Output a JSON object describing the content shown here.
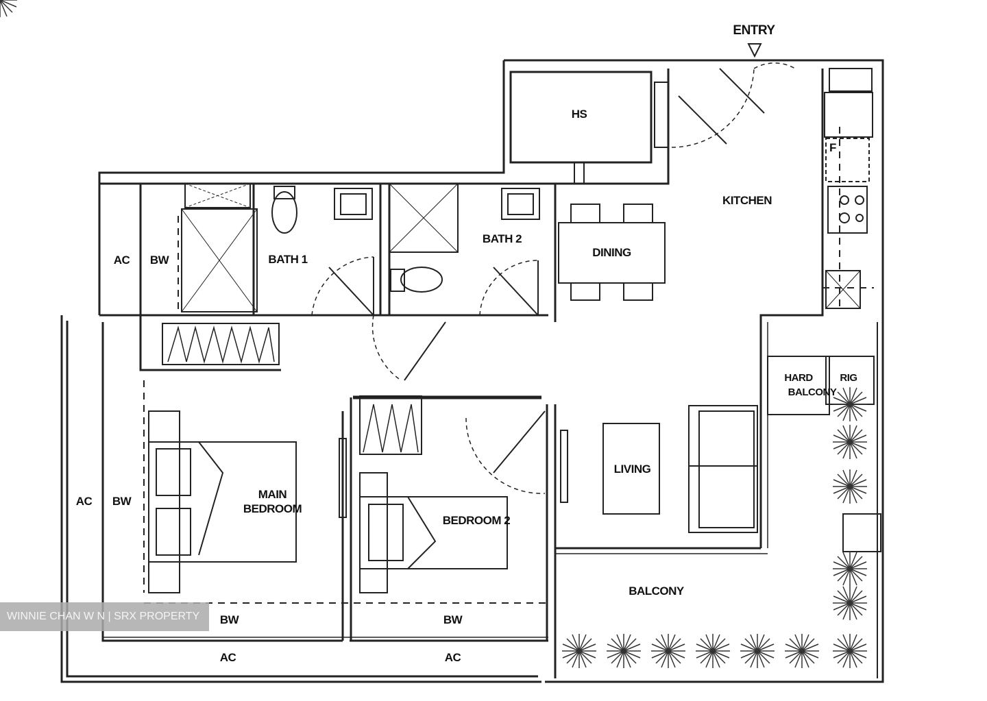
{
  "plan": {
    "entry": "ENTRY",
    "rooms": {
      "hs": "HS",
      "kitchen": "KITCHEN",
      "dining": "DINING",
      "bath1": "BATH 1",
      "bath2": "BATH 2",
      "living": "LIVING",
      "main_bedroom_l1": "MAIN",
      "main_bedroom_l2": "BEDROOM",
      "bedroom2": "BEDROOM 2",
      "balcony": "BALCONY",
      "hard_l1": "HARD",
      "hard_l2": "BALCONY",
      "rig": "RIG"
    },
    "ac_labels": [
      "AC",
      "AC",
      "AC",
      "AC"
    ],
    "bw_labels": [
      "BW",
      "BW",
      "BW",
      "BW"
    ],
    "fridge": "F"
  },
  "watermark": "WINNIE CHAN W N | SRX PROPERTY"
}
